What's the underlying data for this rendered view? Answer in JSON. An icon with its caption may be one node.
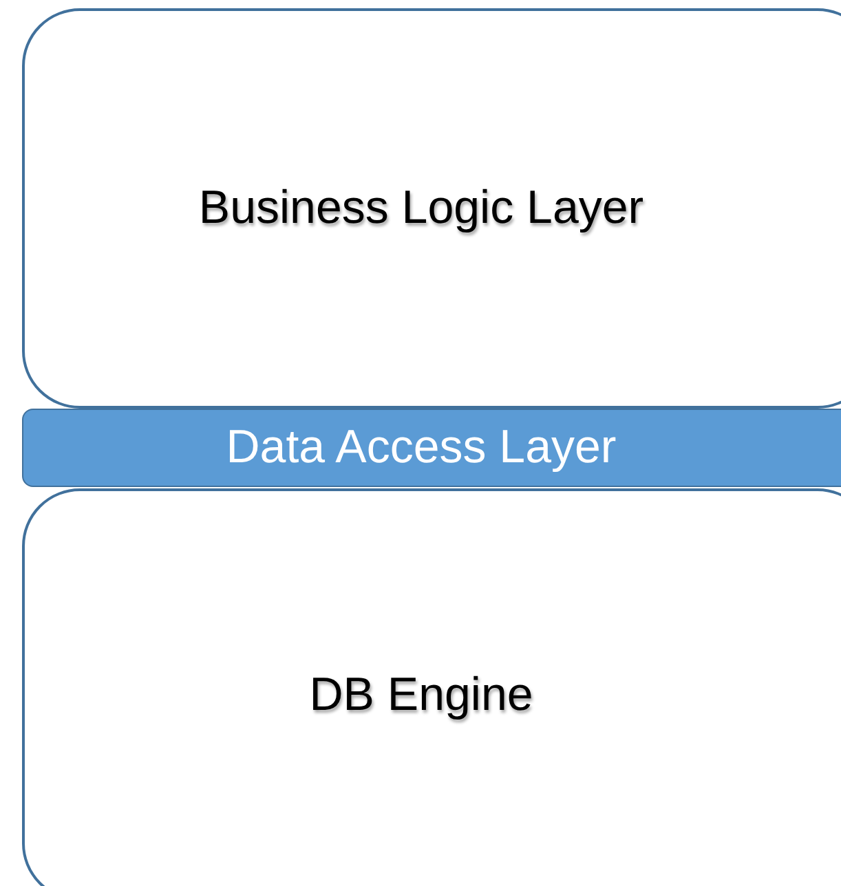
{
  "diagram": {
    "nodes": [
      {
        "text": [
          "Business Logic Layer"
        ]
      },
      {
        "text": [
          "Data Access Layer"
        ]
      },
      {
        "text": [
          "DB Engine"
        ]
      }
    ]
  }
}
